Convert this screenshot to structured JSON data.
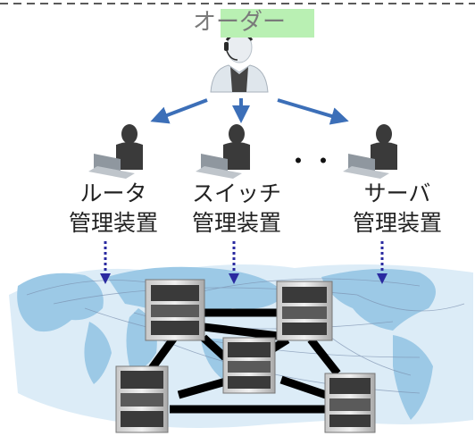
{
  "title": "オーダー",
  "devices": [
    {
      "line1": "ルータ",
      "line2": "管理装置"
    },
    {
      "line1": "スイッチ",
      "line2": "管理装置"
    },
    {
      "line1": "サーバ",
      "line2": "管理装置"
    }
  ],
  "ellipsis": "・・",
  "colors": {
    "title_highlight": "#b9f0b3",
    "arrow_blue": "#3c6fb8",
    "dashed_arrow": "#2a2aa0",
    "link": "#000000",
    "map_ocean": "#dcecf7",
    "map_land": "#9cc9e6"
  },
  "icons": [
    "operator-headset-icon",
    "admin-laptop-icon",
    "network-switch-icon",
    "world-map"
  ]
}
